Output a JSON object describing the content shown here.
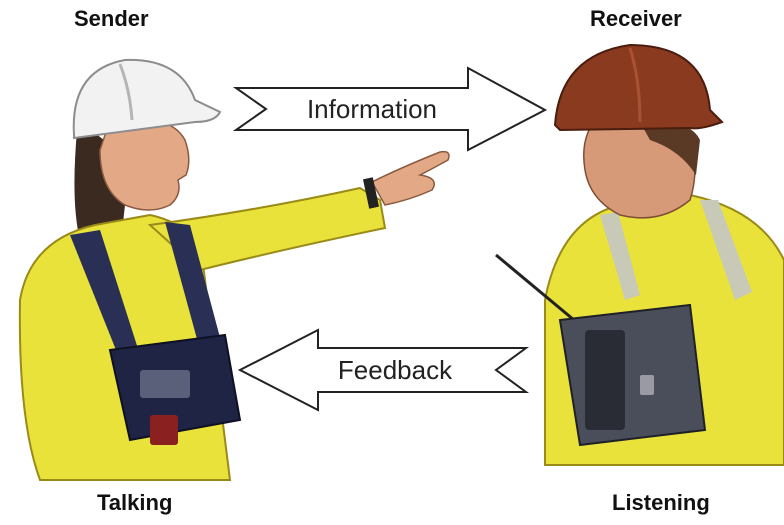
{
  "labels": {
    "sender": "Sender",
    "receiver": "Receiver",
    "talking": "Talking",
    "listening": "Listening"
  },
  "arrows": {
    "information": "Information",
    "feedback": "Feedback"
  },
  "colors": {
    "jacket": "#e8e23a",
    "vest_strap": "#2a2f55",
    "sender_helmet": "#f2f2f2",
    "receiver_helmet": "#8a3a1e",
    "skin": "#e3a987",
    "hair": "#3a2a20"
  },
  "icons": [
    "sender-worker-illustration",
    "receiver-worker-illustration",
    "information-arrow-right",
    "feedback-arrow-left"
  ]
}
